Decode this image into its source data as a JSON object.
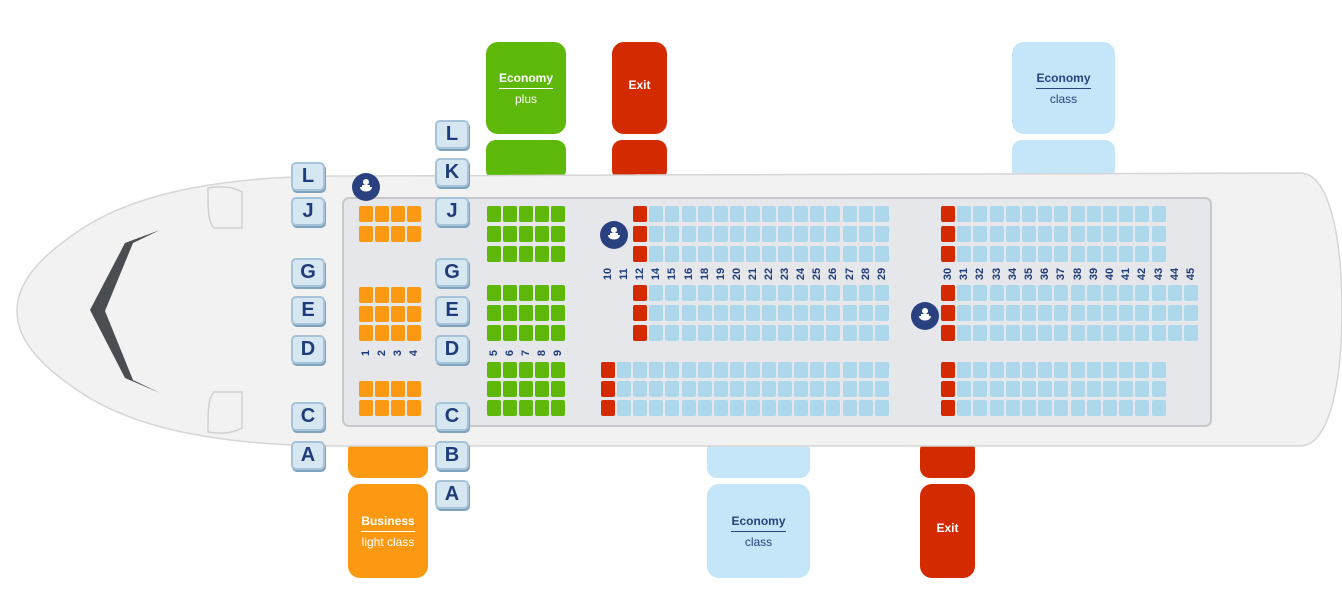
{
  "labels": {
    "economy_plus": {
      "title": "Economy",
      "sub": "plus",
      "color": "#5eb80a"
    },
    "exit_top": {
      "title": "Exit",
      "color": "#d42a00"
    },
    "economy_top": {
      "title": "Economy",
      "sub": "class",
      "color": "#c5e6f8"
    },
    "business": {
      "title": "Business",
      "sub": "light class",
      "color": "#fb9a12"
    },
    "economy_bottom": {
      "title": "Economy",
      "sub": "class",
      "color": "#c5e6f8"
    },
    "exit_bottom": {
      "title": "Exit",
      "color": "#d42a00"
    }
  },
  "seat_letters": {
    "left": [
      "L",
      "J",
      "G",
      "E",
      "D",
      "C",
      "A"
    ],
    "middle": [
      "L",
      "K",
      "J",
      "G",
      "E",
      "D",
      "C",
      "B",
      "A"
    ]
  },
  "rows": {
    "business": [
      "1",
      "2",
      "3",
      "4"
    ],
    "economy_plus": [
      "5",
      "6",
      "7",
      "8",
      "9"
    ],
    "front": [
      "10",
      "11",
      "12",
      "14",
      "15",
      "16",
      "18",
      "19",
      "20",
      "21",
      "22",
      "23",
      "24",
      "25",
      "26",
      "27",
      "28",
      "29"
    ],
    "rear": [
      "30",
      "31",
      "32",
      "33",
      "34",
      "35",
      "36",
      "37",
      "38",
      "39",
      "40",
      "41",
      "42",
      "43",
      "44",
      "45"
    ]
  },
  "colors": {
    "business_seat": "#fb9a12",
    "economy_plus_seat": "#5eb80a",
    "exit_seat": "#d42a00",
    "economy_seat": "#add8eb",
    "fuselage": "#f2f2f2",
    "cabin_floor": "#e6e7ea"
  }
}
